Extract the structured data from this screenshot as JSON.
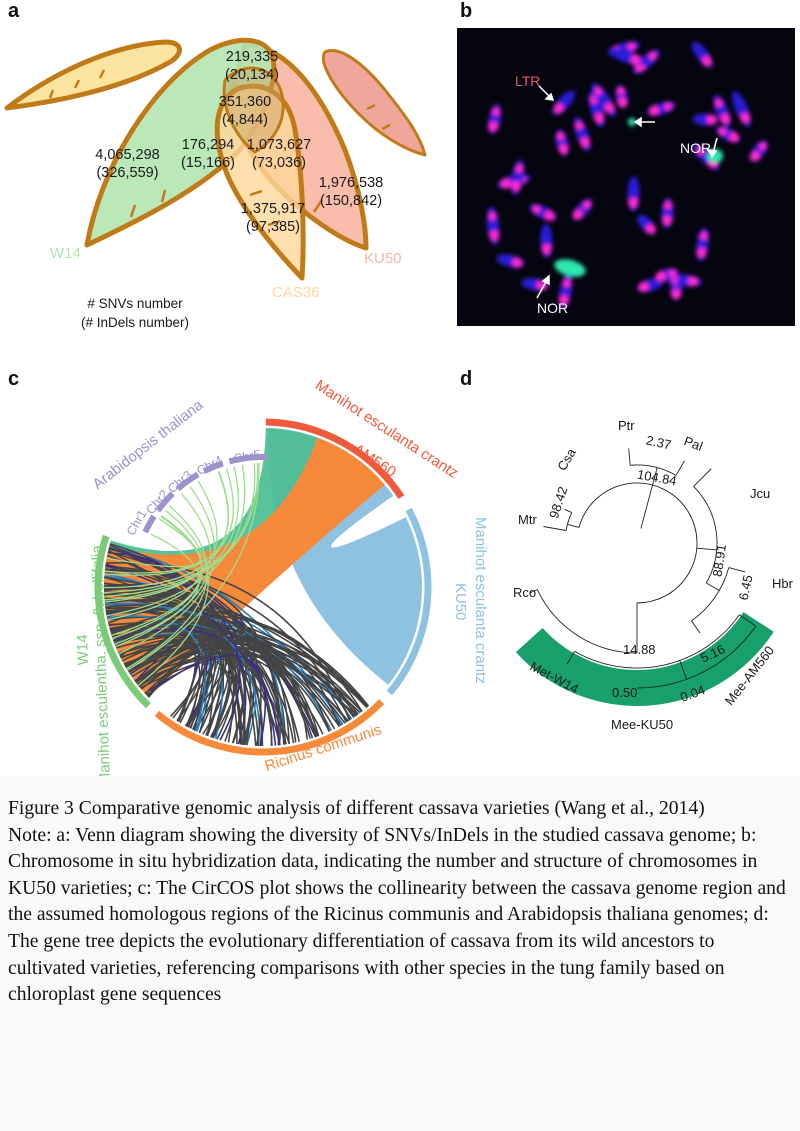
{
  "panels": {
    "a": {
      "label": "a",
      "sets": [
        {
          "name": "W14",
          "color": "#b3e6b0"
        },
        {
          "name": "CAS36",
          "color": "#ffd79a"
        },
        {
          "name": "KU50",
          "color": "#f7b6a4"
        }
      ],
      "regions": [
        {
          "snvs": "219,335",
          "indels": "(20,134)"
        },
        {
          "snvs": "351,360",
          "indels": "(4,844)"
        },
        {
          "snvs": "4,065,298",
          "indels": "(326,559)"
        },
        {
          "snvs": "176,294",
          "indels": "(15,166)"
        },
        {
          "snvs": "1,073,627",
          "indels": "(73,036)"
        },
        {
          "snvs": "1,976,538",
          "indels": "(150,842)"
        },
        {
          "snvs": "1,375,917",
          "indels": "(97,385)"
        }
      ],
      "legend_line1": "# SNVs number",
      "legend_line2": "(# InDels number)",
      "outline_color": "#c07a18"
    },
    "b": {
      "label": "b",
      "annotations": {
        "ltr": "LTR",
        "nor1": "NOR",
        "nor2": "NOR"
      },
      "colors": {
        "background": "#05050f",
        "chromosome": "#2a1fd8",
        "signal": "#ff2ad0",
        "nor": "#2ee8b0",
        "ltr_label": "#e8556a"
      }
    },
    "c": {
      "label": "c",
      "genomes": [
        {
          "name": "Manihot esculanta crantz",
          "sub": "AM560",
          "color": "#ef5a3c"
        },
        {
          "name": "Manihot esculanta crantz",
          "sub": "KU50",
          "color": "#8fc1e0"
        },
        {
          "name": "Ricinus communis",
          "color": "#f7893a"
        },
        {
          "name": "Manihot esculentha. ssp. flabellifolia",
          "sub": "W14",
          "color": "#7ccb7a"
        },
        {
          "name": "Arabidopsis thaliana",
          "color": "#9b93cc"
        }
      ],
      "chromosomes": [
        "Chr1",
        "Chr2",
        "Chr3",
        "Chr4",
        "Chr5"
      ]
    },
    "d": {
      "label": "d",
      "taxa": [
        "Ptr",
        "Pal",
        "Csa",
        "Mtr",
        "Jcu",
        "Hbr",
        "Rco",
        "Met-W14",
        "Mee-KU50",
        "Mee-AM560"
      ],
      "node_values": [
        "2.37",
        "104.84",
        "98.42",
        "88.91",
        "6.45",
        "14.88",
        "5.16",
        "0.50",
        "0.04"
      ],
      "highlight_color": "#17a06a"
    }
  },
  "caption": {
    "title": "Figure 3 Comparative genomic analysis of different cassava varieties (Wang et al., 2014)",
    "note": "Note: a: Venn diagram showing the diversity of SNVs/InDels in the studied cassava genome; b: Chromosome in situ hybridization data, indicating the number  and structure of chromosomes in KU50 varieties; c: The CirCOS plot shows the collinearity between the cassava genome region and the assumed homologous regions of the Ricinus communis and Arabidopsis thaliana genomes; d: The gene tree depicts the evolutionary differentiation of cassava from its wild ancestors to cultivated varieties, referencing comparisons with other species in the tung family based on chloroplast gene sequences"
  }
}
